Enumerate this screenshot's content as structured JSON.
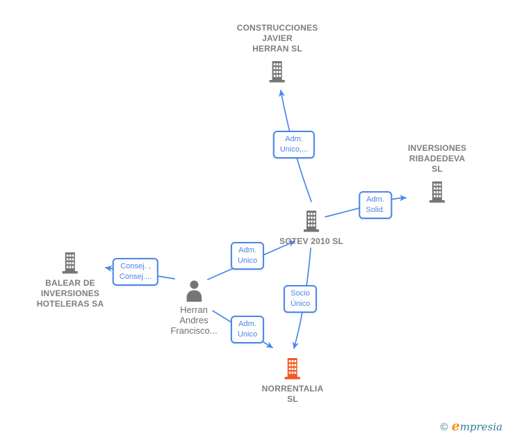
{
  "colors": {
    "edge_blue": "#4a86e8",
    "node_gray": "#757575",
    "label_gray": "#7d7d7d",
    "highlight_orange": "#f15a24",
    "watermark_teal": "#2e7e99",
    "watermark_orange": "#f7941d"
  },
  "nodes": [
    {
      "id": "construcciones-javier-herran-sl",
      "type": "company",
      "label": "CONSTRUCCIONES JAVIER HERRAN SL",
      "lines": [
        "CONSTRUCCIONES",
        "JAVIER",
        "HERRAN SL"
      ]
    },
    {
      "id": "inversiones-ribadedeva-sl",
      "type": "company",
      "label": "INVERSIONES RIBADEDEVA SL",
      "lines": [
        "INVERSIONES",
        "RIBADEDEVA",
        "SL"
      ]
    },
    {
      "id": "sotev-2010-sl",
      "type": "company",
      "label": "SOTEV 2010 SL",
      "lines": [
        "SOTEV 2010 SL"
      ]
    },
    {
      "id": "balear-de-inversiones-hoteleras-sa",
      "type": "company",
      "label": "BALEAR DE INVERSIONES HOTELERAS SA",
      "lines": [
        "BALEAR DE",
        "INVERSIONES",
        "HOTELERAS SA"
      ]
    },
    {
      "id": "herran-andres-francisco",
      "type": "person",
      "label": "Herran Andres Francisco...",
      "lines": [
        "Herran",
        "Andres",
        "Francisco..."
      ]
    },
    {
      "id": "norrentalia-sl",
      "type": "company",
      "highlighted": true,
      "label": "NORRENTALIA SL",
      "lines": [
        "NORRENTALIA",
        "SL"
      ]
    }
  ],
  "edges": [
    {
      "from": "sotev-2010-sl",
      "to": "construcciones-javier-herran-sl",
      "label": "Adm. Unico,...",
      "label_lines": [
        "Adm.",
        "Unico,..."
      ]
    },
    {
      "from": "sotev-2010-sl",
      "to": "inversiones-ribadedeva-sl",
      "label": "Adm. Solid.",
      "label_lines": [
        "Adm.",
        "Solid."
      ]
    },
    {
      "from": "herran-andres-francisco",
      "to": "sotev-2010-sl",
      "label": "Adm. Unico",
      "label_lines": [
        "Adm.",
        "Unico"
      ]
    },
    {
      "from": "herran-andres-francisco",
      "to": "balear-de-inversiones-hoteleras-sa",
      "label": "Consej. , Consej....",
      "label_lines": [
        "Consej. ,",
        "Consej...."
      ]
    },
    {
      "from": "herran-andres-francisco",
      "to": "norrentalia-sl",
      "label": "Adm. Unico",
      "label_lines": [
        "Adm.",
        "Unico"
      ]
    },
    {
      "from": "sotev-2010-sl",
      "to": "norrentalia-sl",
      "label": "Socio Único",
      "label_lines": [
        "Socio",
        "Único"
      ]
    }
  ],
  "watermark": {
    "copyright": "©",
    "brand_initial": "e",
    "brand_rest": "mpresia"
  }
}
